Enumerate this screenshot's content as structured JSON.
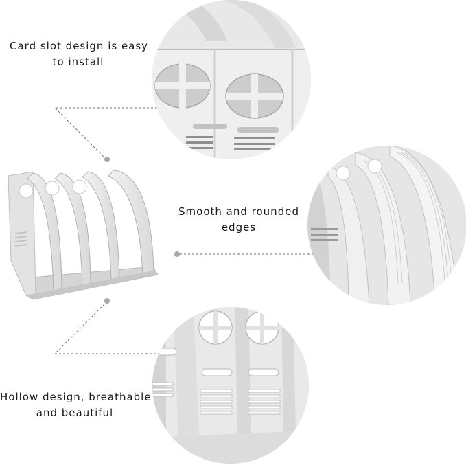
{
  "features": [
    {
      "lines": [
        "Card slot design is easy",
        "to install"
      ]
    },
    {
      "lines": [
        "Smooth and rounded",
        "edges"
      ]
    },
    {
      "lines": [
        "Hollow design, breathable",
        "and beautiful"
      ]
    }
  ],
  "colors": {
    "text": "#1a1a1a",
    "plastic": "#e6e6e6",
    "plastic_shadow": "#c9c9c9",
    "plastic_dark": "#9e9e9e",
    "leader": "#6b6b6b",
    "dot": "#a8a8a8"
  }
}
